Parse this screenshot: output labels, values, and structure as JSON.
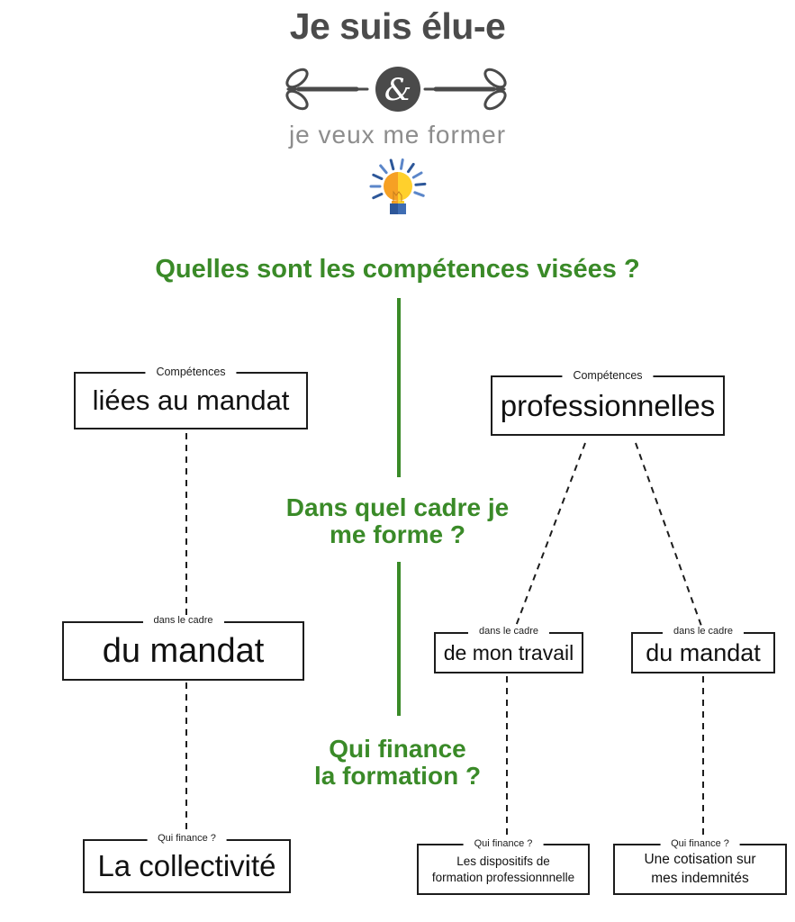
{
  "header": {
    "title": "Je suis élu-e",
    "ampersand": "&",
    "subtitle": "je veux me former"
  },
  "icons": {
    "divider_left": "left-arrow-flourish-icon",
    "divider_center": "ampersand-circle-icon",
    "divider_right": "right-arrow-flourish-icon",
    "idea": "lightbulb-icon"
  },
  "questions": {
    "q1": {
      "lines": [
        "Quelles sont les compétences visées ?"
      ]
    },
    "q2": {
      "lines": [
        "Dans quel cadre je",
        "me forme ?"
      ]
    },
    "q3": {
      "lines": [
        "Qui finance",
        "la formation ?"
      ]
    }
  },
  "boxes": {
    "competences_mandat": {
      "legend": "Compétences",
      "text": "liées au mandat"
    },
    "competences_pro": {
      "legend": "Compétences",
      "text": "professionnelles"
    },
    "cadre_mandat_gauche": {
      "legend": "dans le cadre",
      "text": "du mandat"
    },
    "cadre_travail": {
      "legend": "dans le cadre",
      "text": "de mon travail"
    },
    "cadre_mandat_droite": {
      "legend": "dans le cadre",
      "text": "du mandat"
    },
    "finance_collectivite": {
      "legend": "Qui finance ?",
      "text": "La collectivité"
    },
    "finance_dispositifs": {
      "legend": "Qui finance ?",
      "lines": [
        "Les dispositifs de",
        "formation professionnnelle"
      ]
    },
    "finance_cotisation": {
      "legend": "Qui finance ?",
      "lines": [
        "Une cotisation sur",
        "mes indemnités"
      ]
    }
  },
  "colors": {
    "question_green": "#3a8a28",
    "title_gray": "#4b4b4b",
    "subtitle_gray": "#8d8d8d",
    "box_border": "#1c1c1c",
    "ampersand_circle": "#4a4a4a",
    "bulb_orange": "#f6a024",
    "bulb_yellow": "#ffd02c",
    "bulb_blue_dark": "#2d5799",
    "bulb_blue_light": "#5b86c9"
  }
}
